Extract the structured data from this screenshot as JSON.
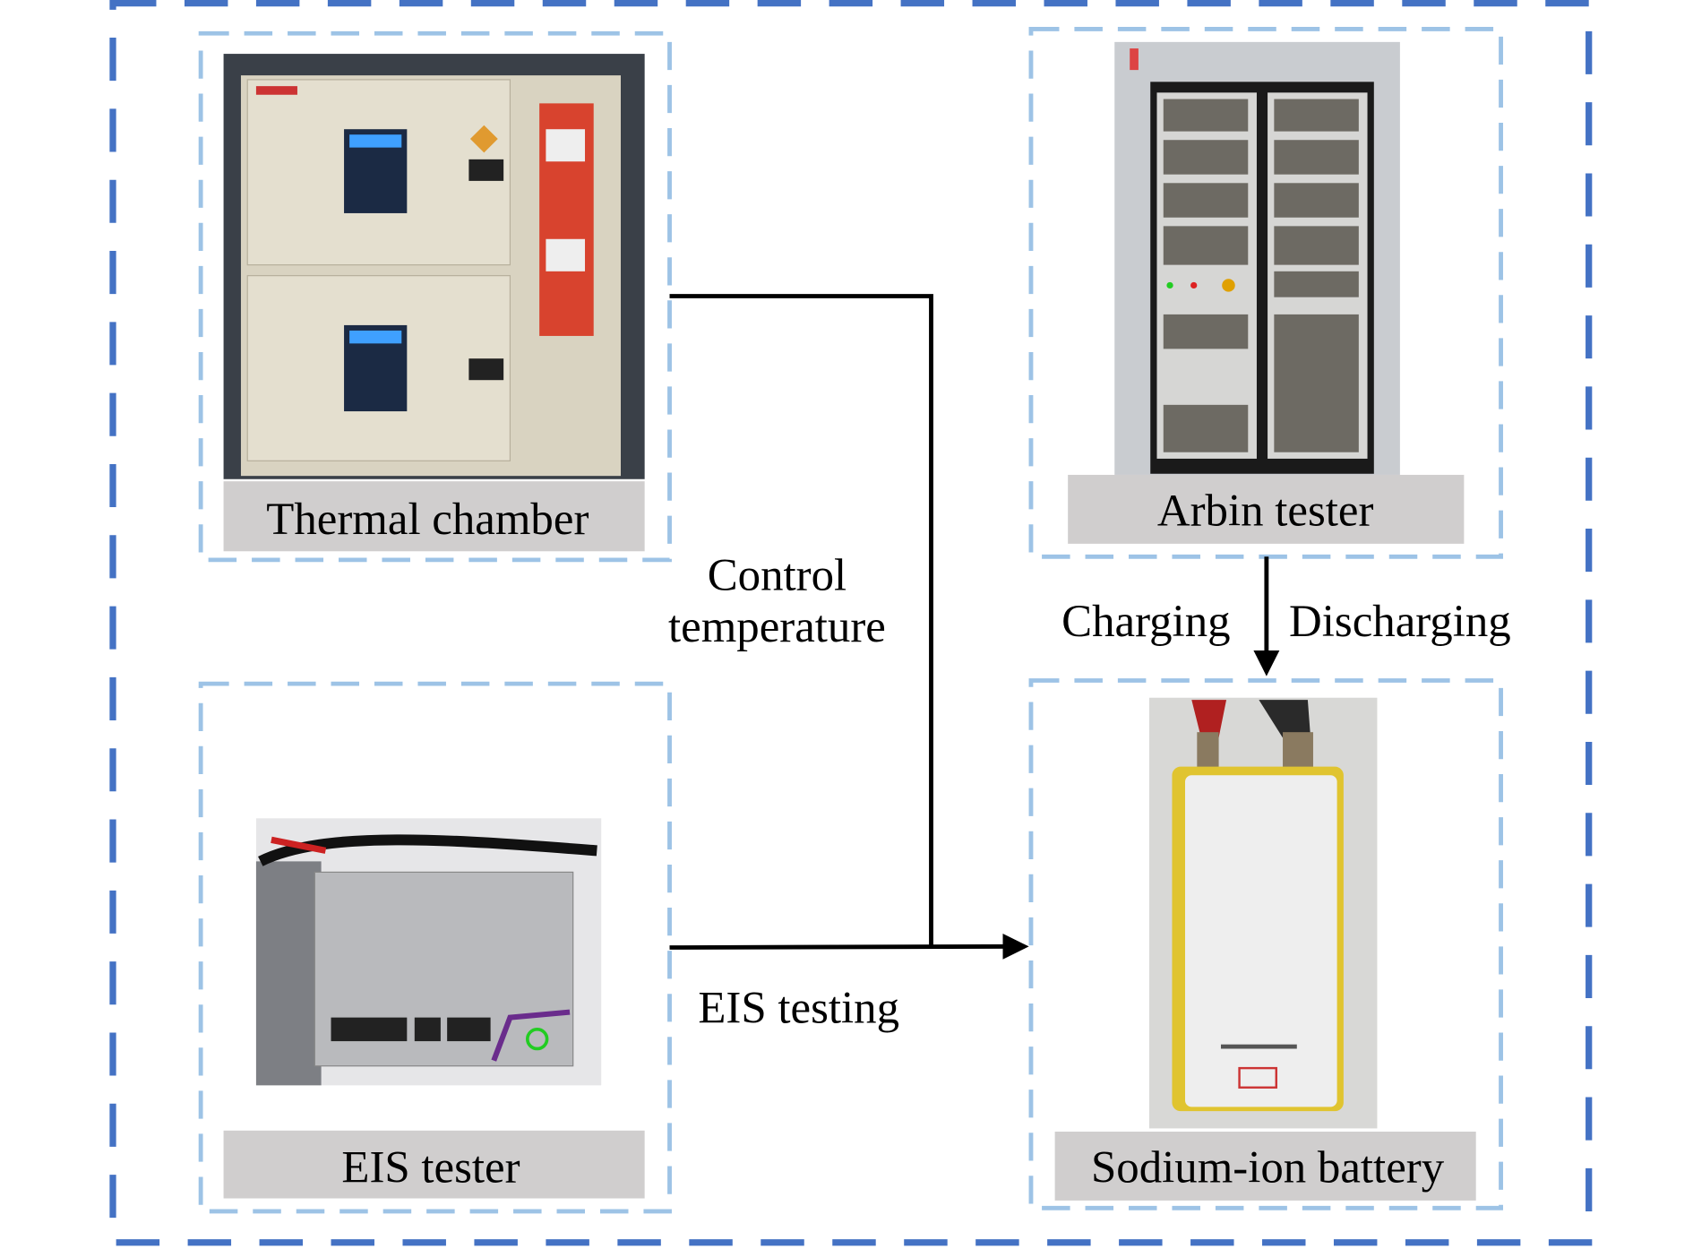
{
  "colors": {
    "outer_border": "#4472C4",
    "inner_border": "#9DC3E6",
    "label_bg": "#D0CECE",
    "connector": "#000000"
  },
  "nodes": {
    "thermal_chamber": {
      "label": "Thermal chamber"
    },
    "arbin_tester": {
      "label": "Arbin tester"
    },
    "eis_tester": {
      "label": "EIS tester"
    },
    "battery": {
      "label": "Sodium-ion battery"
    }
  },
  "edges": {
    "control": {
      "line1": "Control",
      "line2": "temperature"
    },
    "charging": "Charging",
    "discharging": "Discharging",
    "eis": "EIS testing"
  }
}
